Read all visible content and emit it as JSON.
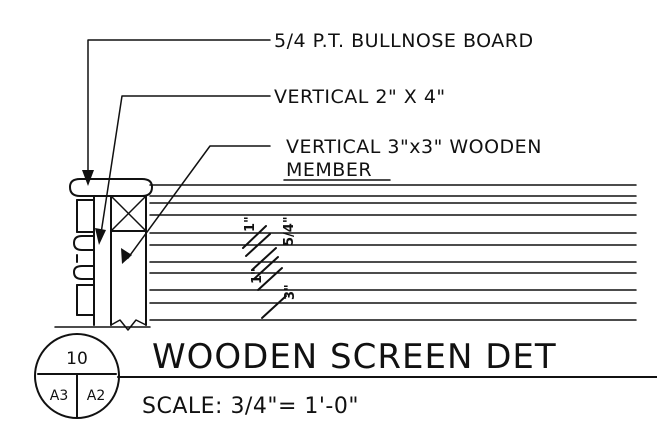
{
  "callouts": {
    "bullnose": "5/4 P.T. BULLNOSE BOARD",
    "vertical_2x4": "VERTICAL 2\" X 4\"",
    "vertical_3x3_line1": "VERTICAL 3\"x3\" WOODEN",
    "vertical_3x3_line2": "MEMBER"
  },
  "dimensions": {
    "spacing_top": "1\"",
    "spacing_bottom": "1\"",
    "board_top": "5/4\"",
    "board_bottom": "3\""
  },
  "title_block": {
    "detail_number": "10",
    "sheet_left": "A3",
    "sheet_right": "A2",
    "title": "WOODEN SCREEN DET",
    "scale": "SCALE: 3/4\"= 1'-0\""
  }
}
